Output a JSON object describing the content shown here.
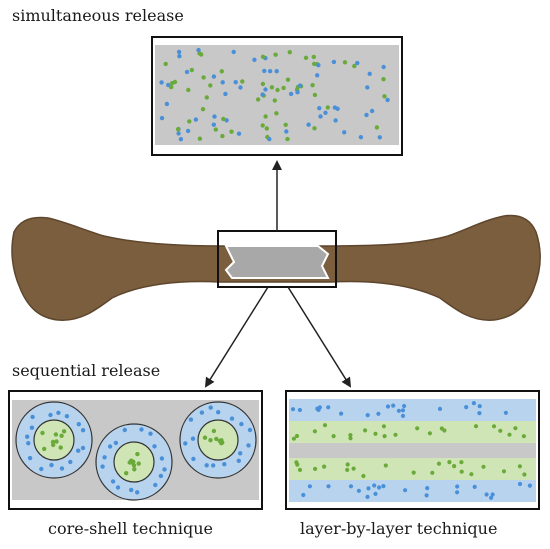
{
  "labels": {
    "simultaneous": "simultaneous release",
    "sequential": "sequential  release",
    "core_shell": "core-shell technique",
    "layer_by_layer": "layer-by-layer technique"
  },
  "colors": {
    "bone": "#7b5e3e",
    "bone_edge": "#5e462d",
    "matrix": "#c8c8c8",
    "blue_particle": "#4a90d9",
    "green_particle": "#6aaa3a",
    "blue_layer": "#b7d3ee",
    "green_layer": "#cfe5b5",
    "implant": "#a8a8a8"
  },
  "icons": [
    "bone-icon",
    "arrow-icon",
    "particle-icon"
  ]
}
